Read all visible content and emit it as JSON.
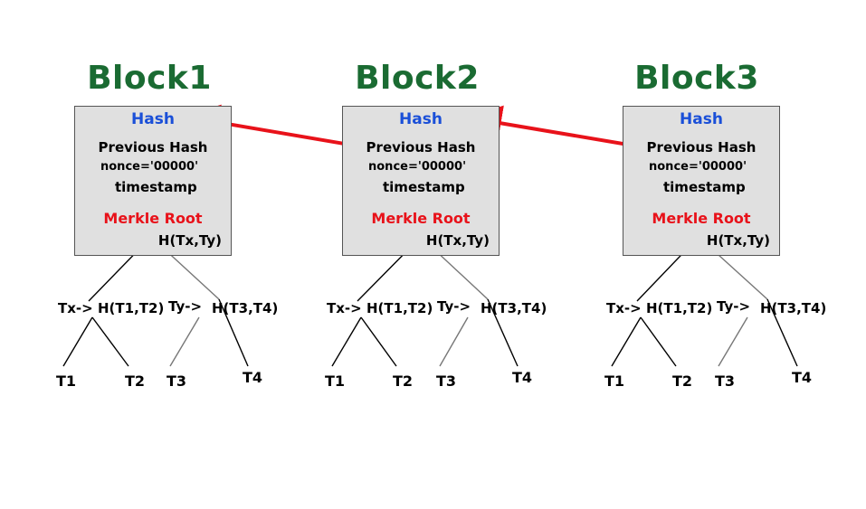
{
  "blocks": [
    {
      "title": "Block1",
      "hash": "Hash",
      "previous_hash": "Previous Hash",
      "nonce": "nonce='00000'",
      "timestamp": "timestamp",
      "merkle_root": "Merkle Root",
      "root_hash": "H(Tx,Ty)",
      "tx_label": "Tx->",
      "tx_hash": "H(T1,T2)",
      "ty_label": "Ty->",
      "ty_hash": "H(T3,T4)",
      "leaves": [
        "T1",
        "T2",
        "T3",
        "T4"
      ]
    },
    {
      "title": "Block2",
      "hash": "Hash",
      "previous_hash": "Previous Hash",
      "nonce": "nonce='00000'",
      "timestamp": "timestamp",
      "merkle_root": "Merkle Root",
      "root_hash": "H(Tx,Ty)",
      "tx_label": "Tx->",
      "tx_hash": "H(T1,T2)",
      "ty_label": "Ty->",
      "ty_hash": "H(T3,T4)",
      "leaves": [
        "T1",
        "T2",
        "T3",
        "T4"
      ]
    },
    {
      "title": "Block3",
      "hash": "Hash",
      "previous_hash": "Previous Hash",
      "nonce": "nonce='00000'",
      "timestamp": "timestamp",
      "merkle_root": "Merkle Root",
      "root_hash": "H(Tx,Ty)",
      "tx_label": "Tx->",
      "tx_hash": "H(T1,T2)",
      "ty_label": "Ty->",
      "ty_hash": "H(T3,T4)",
      "leaves": [
        "T1",
        "T2",
        "T3",
        "T4"
      ]
    }
  ],
  "colors": {
    "title": "#1a6b32",
    "hash": "#1a4fd8",
    "merkle": "#e8121a",
    "arrow": "#e8121a",
    "box_fill": "#e0e0e0"
  }
}
